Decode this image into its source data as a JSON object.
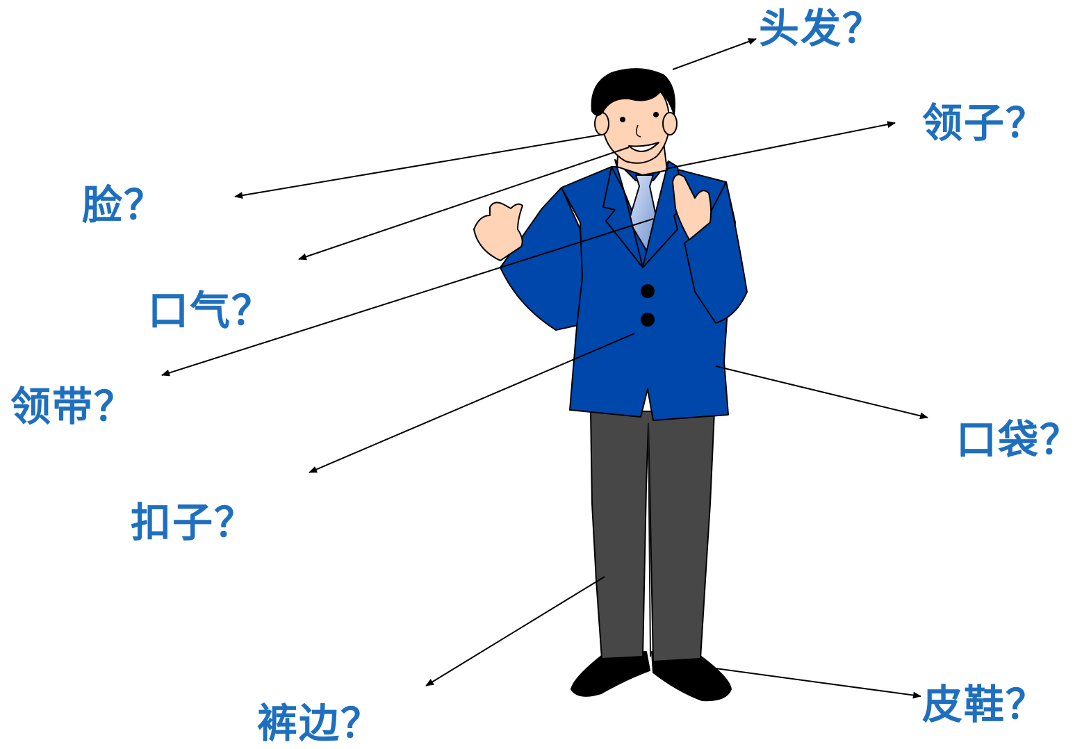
{
  "colors": {
    "label": "#1F6FBF",
    "jacket": "#0047AB",
    "pants": "#474747",
    "skin": "#FFD3B5",
    "hair": "#000000",
    "tie": "#9DB8E6",
    "line": "#000000"
  },
  "labels": {
    "hair": "头发？",
    "collar": "领子？",
    "face": "脸？",
    "breath": "口气？",
    "tie": "领带？",
    "pocket": "口袋？",
    "buttons": "扣子？",
    "pant_hem": "裤边？",
    "shoes": "皮鞋？"
  },
  "figure": {
    "icon": "businessman-in-blue-suit-illustration"
  }
}
